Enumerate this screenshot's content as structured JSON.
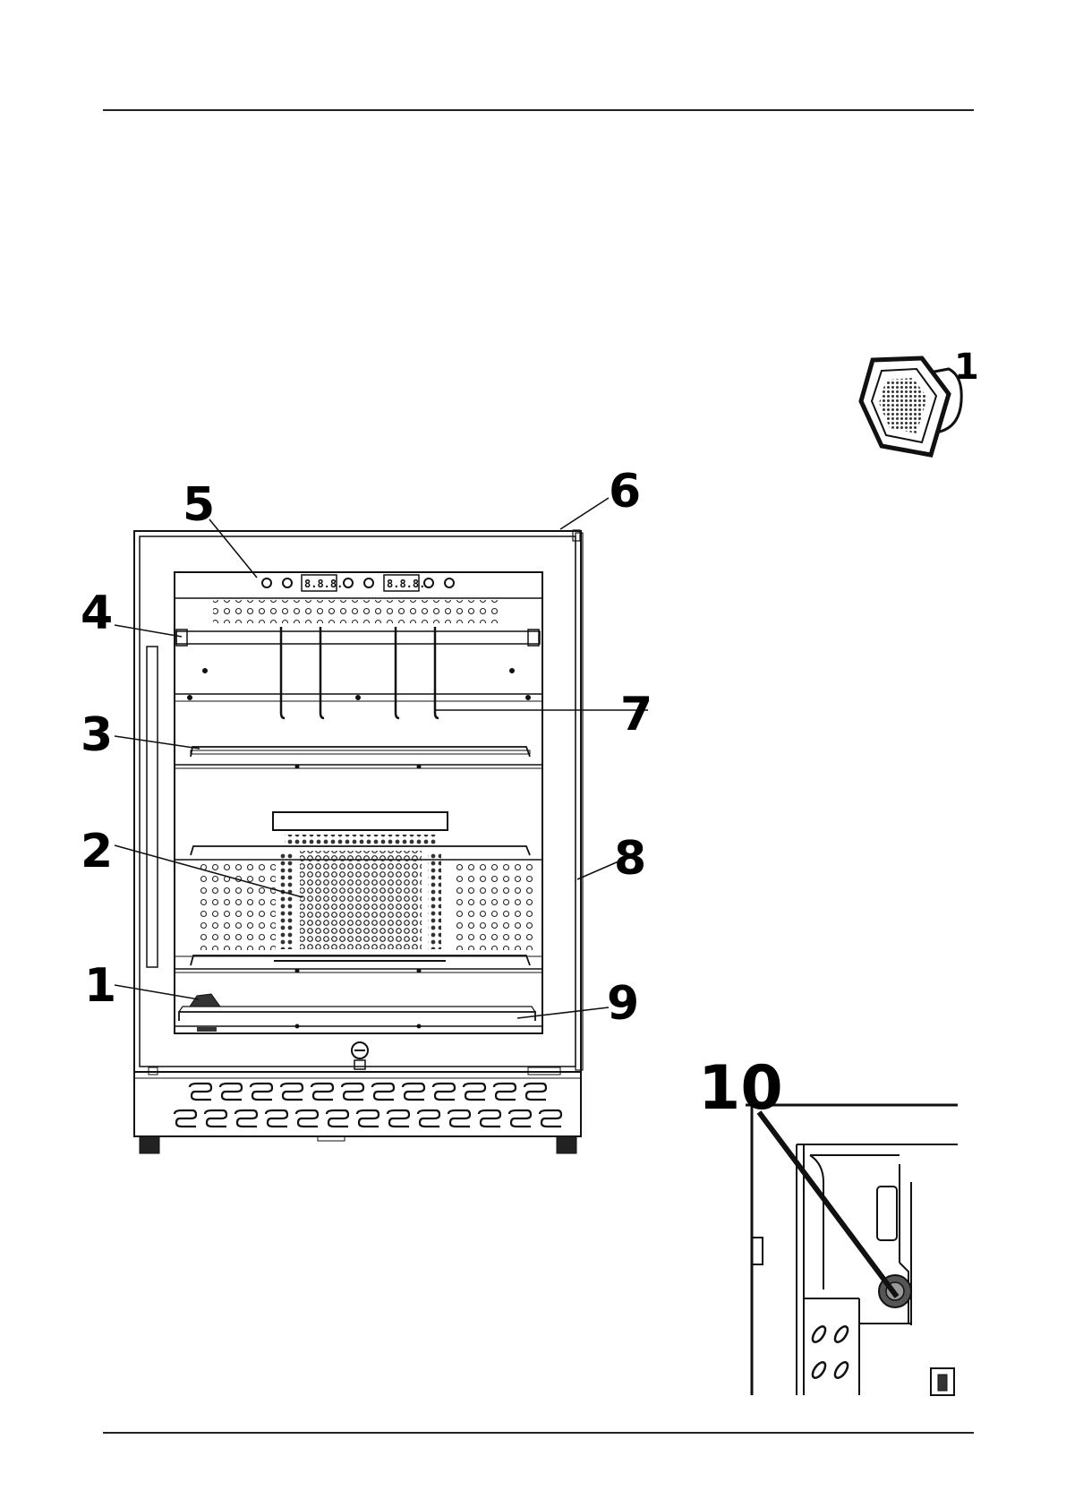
{
  "callouts": {
    "c1": "1",
    "c2": "2",
    "c3": "3",
    "c4": "4",
    "c5": "5",
    "c6": "6",
    "c7": "7",
    "c8": "8",
    "c9": "9",
    "c10": "10"
  },
  "display": {
    "left": "8.8.8.",
    "right": "8.8.8."
  },
  "inset_callout": "1"
}
